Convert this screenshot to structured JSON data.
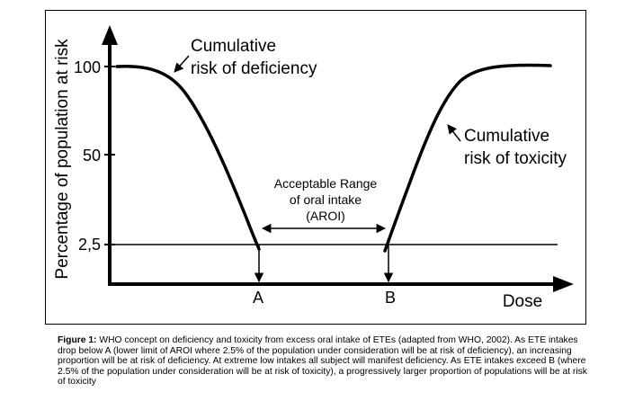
{
  "diagram": {
    "y_axis_label": "Percentage of population at risk",
    "x_axis_label": "Dose",
    "y_ticks": [
      "100",
      "50",
      "2,5"
    ],
    "x_markers": [
      "A",
      "B"
    ],
    "deficiency_label": [
      "Cumulative",
      "risk of deficiency"
    ],
    "toxicity_label": [
      "Cumulative",
      "risk of toxicity"
    ],
    "range_label": [
      "Acceptable Range",
      "of oral intake",
      "(AROI)"
    ]
  },
  "caption": {
    "heading": "Figure 1:",
    "text": " WHO concept on deficiency and toxicity from excess oral intake of ETEs (adapted from WHO, 2002). As ETE intakes drop below A (lower limit of AROI where 2.5% of the population under consideration will be at risk of deficiency), an increasing proportion will be at risk of deficiency. At extreme low intakes all subject will manifest deficiency. As ETE intakes exceed B (where 2.5% of the population under consideration will be at risk of toxicity), a progressively larger proportion of populations will be at risk of toxicity"
  }
}
